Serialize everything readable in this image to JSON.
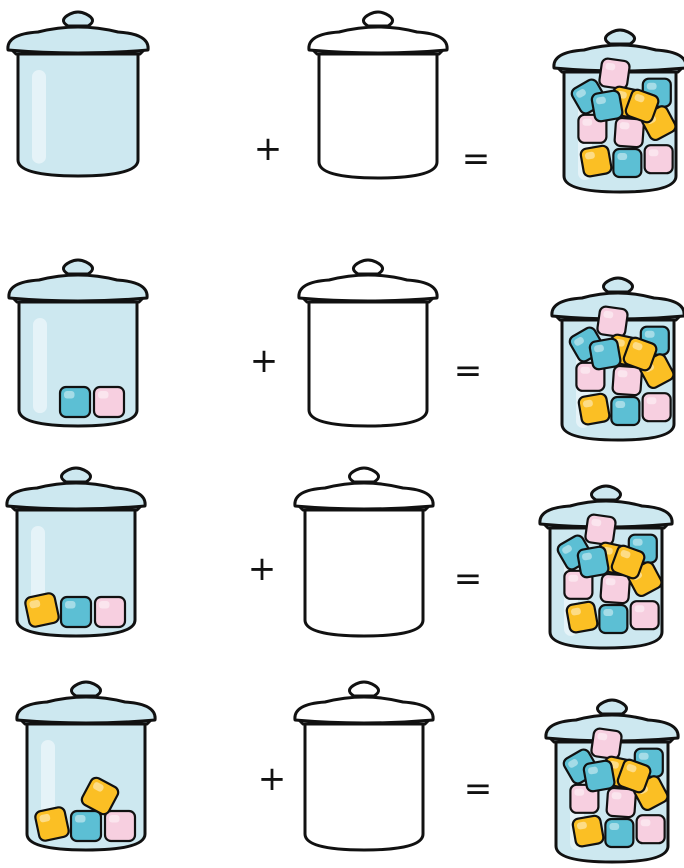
{
  "symbols": {
    "plus": "+",
    "equals": "="
  },
  "colors": {
    "glass": "#cde8f0",
    "glass_highlight": "#e9f5f9",
    "empty_jar": "#ffffff",
    "outline": "#111111",
    "candy_blue": "#5cbfd4",
    "candy_pink": "#f7cfe0",
    "candy_yellow": "#fbbf24"
  },
  "rows": [
    {
      "start_candies": [],
      "missing_jar": "empty",
      "total_candies": 12
    },
    {
      "start_candies": [
        "blue",
        "pink"
      ],
      "missing_jar": "empty",
      "total_candies": 12
    },
    {
      "start_candies": [
        "yellow",
        "blue",
        "pink"
      ],
      "missing_jar": "empty",
      "total_candies": 12
    },
    {
      "start_candies": [
        "yellow",
        "blue",
        "pink",
        "yellow"
      ],
      "missing_jar": "empty",
      "total_candies": 12
    }
  ]
}
